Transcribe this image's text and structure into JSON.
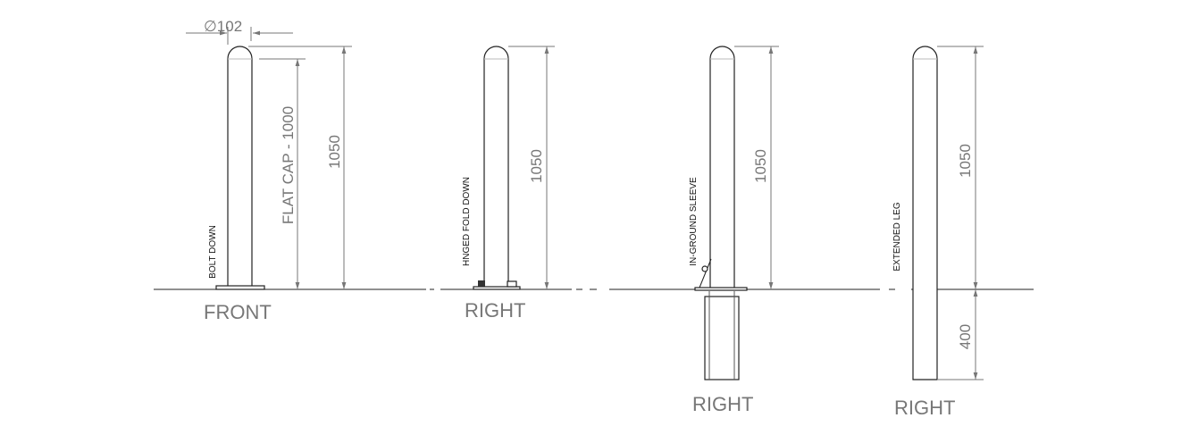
{
  "front": {
    "diameter": "∅102",
    "flat_cap": "FLAT CAP - 1000",
    "height": "1050",
    "type": "BOLT DOWN",
    "view": "FRONT"
  },
  "hinged": {
    "height": "1050",
    "type": "HNGED FOLD DOWN",
    "view": "RIGHT"
  },
  "sleeve": {
    "height": "1050",
    "type": "IN-GROUND SLEEVE",
    "view": "RIGHT"
  },
  "extended": {
    "height": "1050",
    "below_ground": "400",
    "type": "EXTENDED LEG",
    "view": "RIGHT"
  }
}
